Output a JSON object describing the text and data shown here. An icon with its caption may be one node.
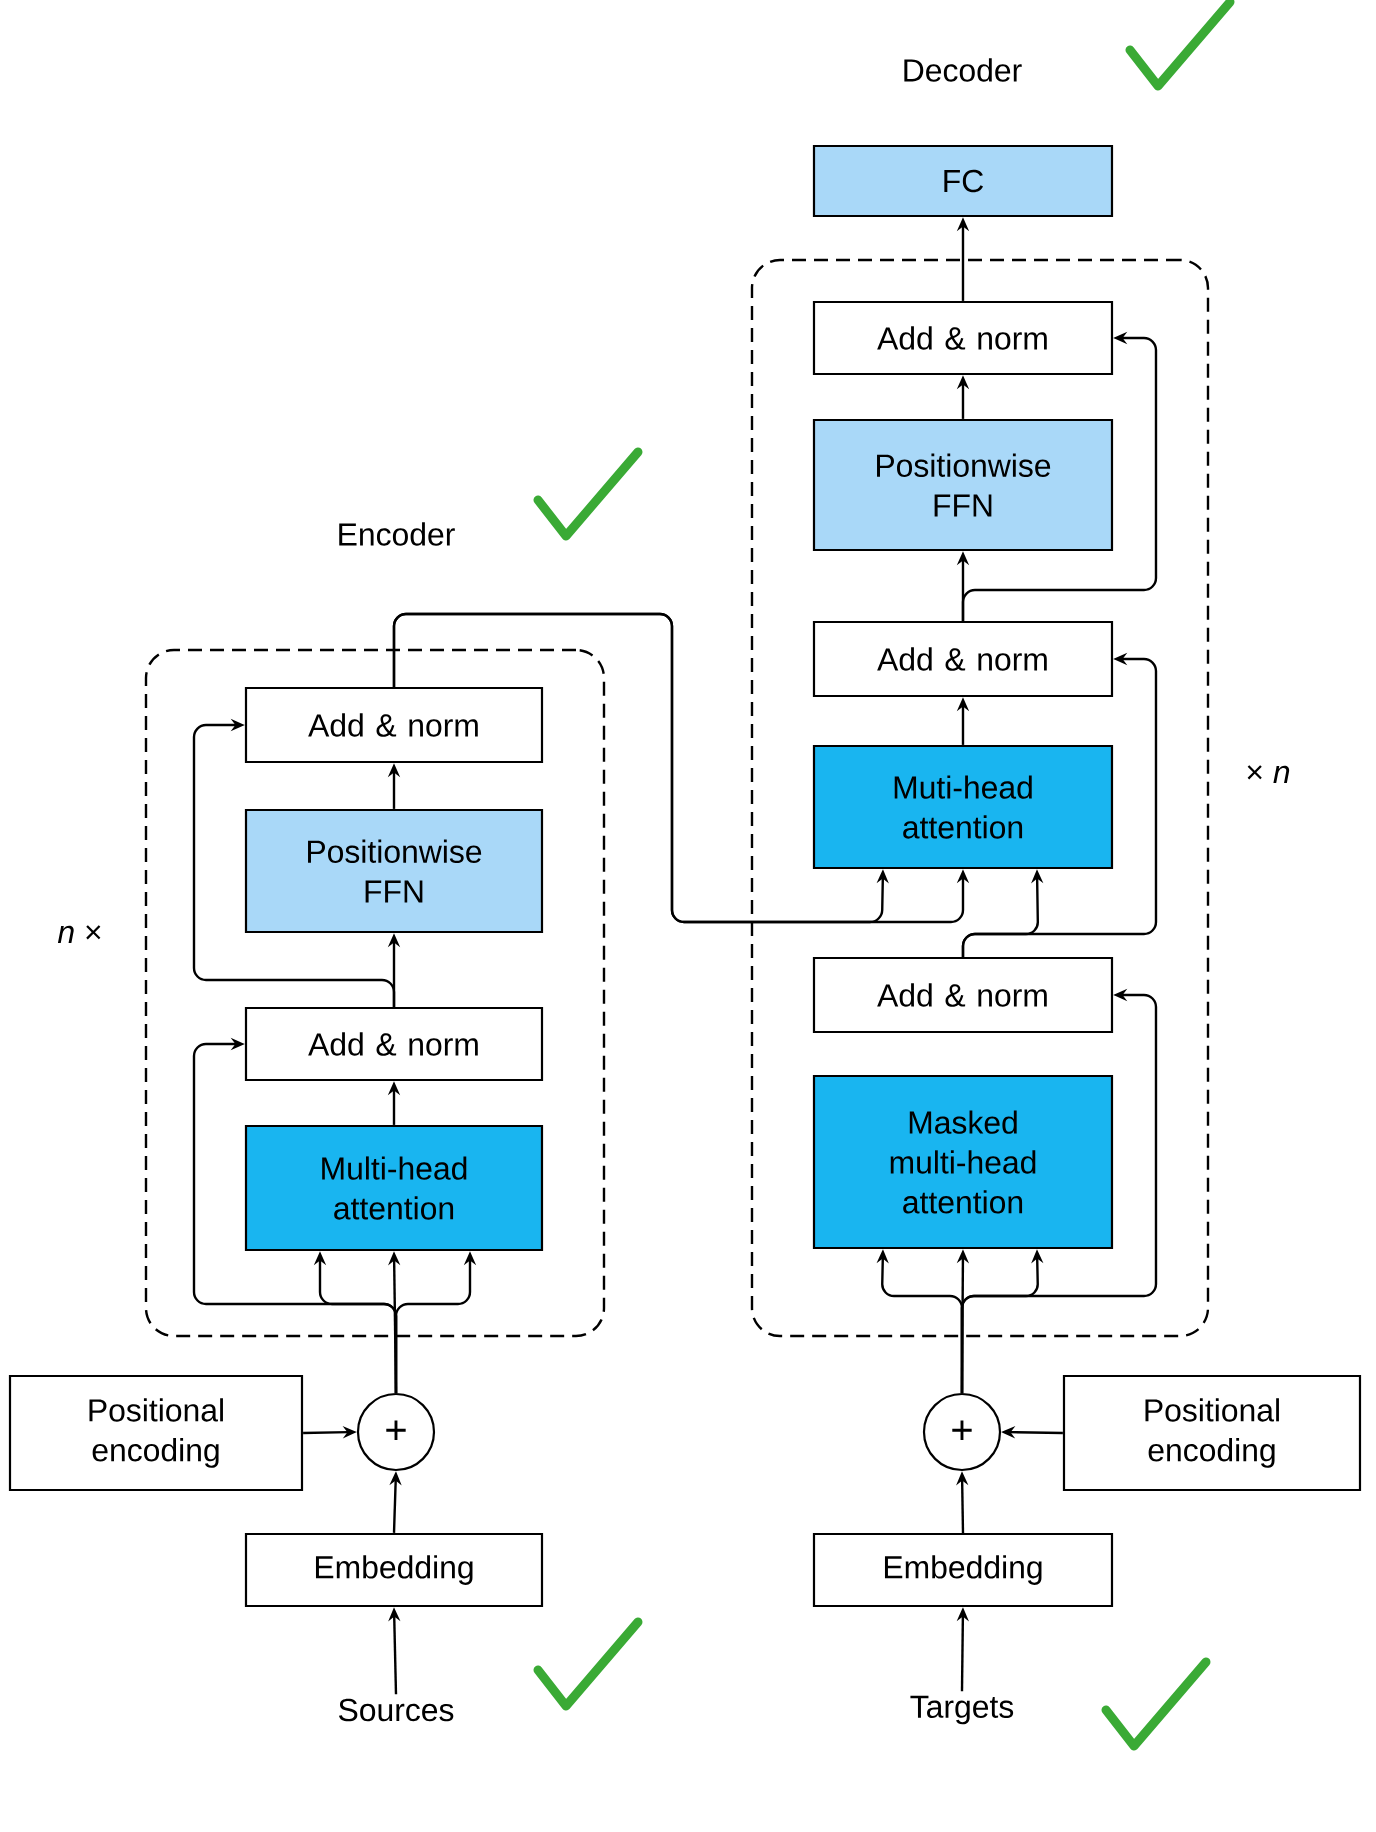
{
  "diagram": {
    "nodes": [
      {
        "text": [
          "Encoder"
        ],
        "beside": [
          "*n* ×"
        ]
      },
      {
        "text": [
          "Add & norm"
        ],
        "in": 0
      },
      {
        "text": [
          "Positionwise FFN"
        ],
        "in": 0
      },
      {
        "text": [
          "Add & norm"
        ],
        "in": 0
      },
      {
        "text": [
          "Multi-head attention"
        ],
        "in": 0
      },
      {
        "text": [
          "Positional encoding"
        ]
      },
      {
        "text": [
          "+"
        ]
      },
      {
        "text": [
          "Embedding"
        ]
      },
      {
        "text": [
          "Sources"
        ]
      },
      {
        "text": [
          "FC"
        ]
      },
      {
        "text": [],
        "shape": "box",
        "beside": [
          "× *n*"
        ]
      },
      {
        "text": [
          "Add & norm"
        ],
        "in": 10
      },
      {
        "text": [
          "Positionwise FFN"
        ],
        "in": 10
      },
      {
        "text": [
          "Add & norm"
        ],
        "in": 10
      },
      {
        "text": [
          "Muti-head attention"
        ],
        "in": 10
      },
      {
        "text": [
          "Add & norm"
        ],
        "in": 10
      },
      {
        "text": [
          "Masked multi-head attention"
        ],
        "in": 10
      },
      {
        "text": [
          "+"
        ]
      },
      {
        "text": [
          "Positional encoding"
        ]
      },
      {
        "text": [
          "Embedding"
        ]
      },
      {
        "text": [
          "Targets"
        ]
      }
    ],
    "edges": [
      {
        "from": 8,
        "to": 7,
        "arrow": "to"
      },
      {
        "from": 7,
        "to": 6,
        "arrow": "to"
      },
      {
        "from": 5,
        "to": 6,
        "arrow": "to"
      },
      {
        "from": 6,
        "to": 4,
        "arrow": "to"
      },
      {
        "from": 6,
        "to": 4,
        "arrow": "to"
      },
      {
        "from": 6,
        "to": 4,
        "arrow": "to"
      },
      {
        "from": 6,
        "to": 3,
        "arrow": "to"
      },
      {
        "from": 4,
        "to": 3,
        "arrow": "to"
      },
      {
        "from": 3,
        "to": 2,
        "arrow": "to"
      },
      {
        "from": 3,
        "to": 1,
        "arrow": "to"
      },
      {
        "from": 2,
        "to": 1,
        "arrow": "to"
      },
      {
        "from": 1,
        "to": 14,
        "arrow": "to"
      },
      {
        "from": 1,
        "to": 14,
        "arrow": "to"
      },
      {
        "from": 15,
        "to": 14,
        "arrow": "to"
      },
      {
        "from": 15,
        "to": 13,
        "arrow": "to"
      },
      {
        "from": 14,
        "to": 13,
        "arrow": "to"
      },
      {
        "from": 13,
        "to": 12,
        "arrow": "to"
      },
      {
        "from": 13,
        "to": 11,
        "arrow": "to"
      },
      {
        "from": 12,
        "to": 11,
        "arrow": "to"
      },
      {
        "from": 11,
        "to": 9,
        "arrow": "to"
      },
      {
        "from": 20,
        "to": 19,
        "arrow": "to"
      },
      {
        "from": 19,
        "to": 17,
        "arrow": "to"
      },
      {
        "from": 18,
        "to": 17,
        "arrow": "to"
      },
      {
        "from": 17,
        "to": 16,
        "arrow": "to"
      },
      {
        "from": 17,
        "to": 16,
        "arrow": "to"
      },
      {
        "from": 17,
        "to": 16,
        "arrow": "to"
      },
      {
        "from": 17,
        "to": 15,
        "arrow": "to"
      }
    ],
    "labels": [
      "Decoder"
    ]
  }
}
